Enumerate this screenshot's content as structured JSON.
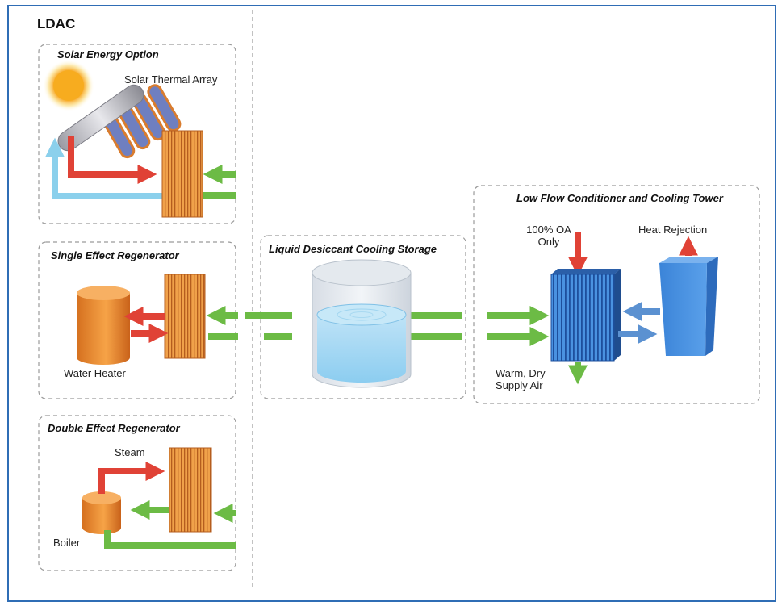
{
  "diagram": {
    "title": "LDAC",
    "panels": {
      "solar": {
        "title": "Solar Energy Option",
        "label": "Solar Thermal Array"
      },
      "single": {
        "title": "Single Effect Regenerator",
        "label": "Water Heater"
      },
      "double": {
        "title": "Double Effect Regenerator",
        "steam_label": "Steam",
        "boiler_label": "Boiler"
      },
      "storage": {
        "title": "Liquid Desiccant Cooling Storage"
      },
      "conditioner": {
        "title": "Low Flow Conditioner and Cooling Tower",
        "oa_label_line1": "100% OA",
        "oa_label_line2": "Only",
        "heat_label": "Heat Rejection",
        "supply_line1": "Warm, Dry",
        "supply_line2": "Supply Air"
      }
    },
    "colors": {
      "green": "#6cbb45",
      "red": "#e04236",
      "cyan": "#8bd0ec",
      "blue_arrow": "#5b91d1",
      "copper": "#e9923d",
      "coil_blue": "#3d82d0",
      "frame": "#2f6db5"
    }
  }
}
